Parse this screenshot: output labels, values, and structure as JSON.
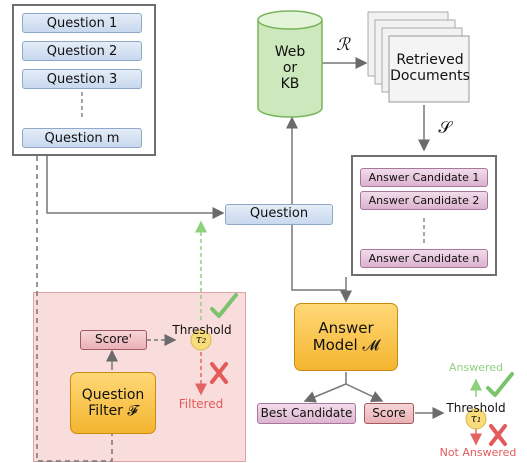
{
  "questions": [
    "Question 1",
    "Question 2",
    "Question 3",
    "Question m"
  ],
  "web_kb": {
    "line1": "Web",
    "line2": "or",
    "line3": "KB"
  },
  "retrieval_symbol": "ℛ",
  "retrieved_docs": {
    "line1": "Retrieved",
    "line2": "Documents"
  },
  "selection_symbol": "𝒮",
  "answer_candidates": [
    "Answer Candidate 1",
    "Answer Candidate 2",
    "Answer Candidate n"
  ],
  "question_label": "Question",
  "answer_model": {
    "line1": "Answer",
    "line2": "Model 𝓜"
  },
  "best_candidate_label": "Best Candidate",
  "score_label": "Score",
  "threshold_label": "Threshold",
  "tau1": "τ₁",
  "tau2": "τ₂",
  "answered_label": "Answered",
  "not_answered_label": "Not Answered",
  "score_prime_label": "Score'",
  "question_filter": {
    "line1": "Question",
    "line2": "Filter 𝓕"
  },
  "filtered_label": "Filtered",
  "colors": {
    "green": "#7cc46b",
    "red": "#e45a5a",
    "blue_box": "#c8d8ee",
    "orange_box": "#f4b530",
    "filter_bg": "#f8d8d8"
  }
}
